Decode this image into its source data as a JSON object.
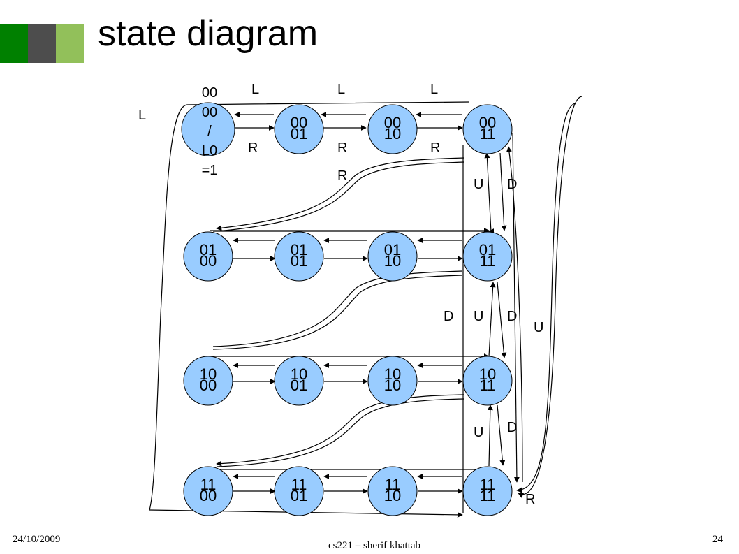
{
  "slide": {
    "title": "state diagram",
    "date": "24/10/2009",
    "footer": "cs221 – sherif khattab",
    "page_number": "24",
    "accent_colors": [
      "#008000",
      "#4d4d4d",
      "#92c05a"
    ]
  },
  "diagram": {
    "node_fill": "#99ccff",
    "states": [
      {
        "id": "s0000",
        "top": "00",
        "bottom": "00"
      },
      {
        "id": "s0001",
        "top": "00",
        "bottom": "01"
      },
      {
        "id": "s0010",
        "top": "00",
        "bottom": "10"
      },
      {
        "id": "s0011",
        "top": "00",
        "bottom": "11"
      },
      {
        "id": "s0100",
        "top": "01",
        "bottom": "00"
      },
      {
        "id": "s0101",
        "top": "01",
        "bottom": "01"
      },
      {
        "id": "s0110",
        "top": "01",
        "bottom": "10"
      },
      {
        "id": "s0111",
        "top": "01",
        "bottom": "11"
      },
      {
        "id": "s1000",
        "top": "10",
        "bottom": "00"
      },
      {
        "id": "s1001",
        "top": "10",
        "bottom": "01"
      },
      {
        "id": "s1010",
        "top": "10",
        "bottom": "10"
      },
      {
        "id": "s1011",
        "top": "10",
        "bottom": "11"
      },
      {
        "id": "s1100",
        "top": "11",
        "bottom": "00"
      },
      {
        "id": "s1101",
        "top": "11",
        "bottom": "01"
      },
      {
        "id": "s1110",
        "top": "11",
        "bottom": "10"
      },
      {
        "id": "s1111",
        "top": "11",
        "bottom": "11"
      }
    ],
    "first_state_annotation": [
      "00",
      "00",
      "/",
      "L0",
      "=1"
    ],
    "edge_labels": [
      "L",
      "L",
      "L",
      "L",
      "R",
      "R",
      "R",
      "R",
      "U",
      "D",
      "D",
      "U",
      "D",
      "U",
      "U",
      "D",
      "R"
    ]
  }
}
